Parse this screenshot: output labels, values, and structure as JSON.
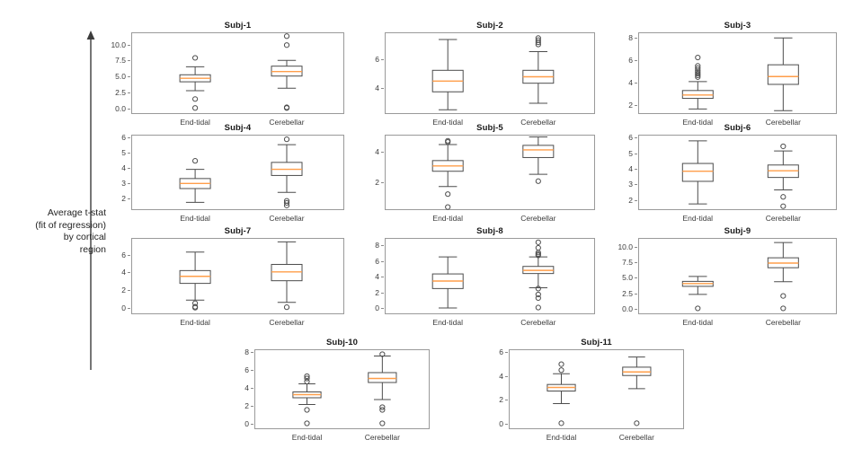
{
  "figure": {
    "ylabel": "Average t-stat\n(fit of regression)\nby cortical\nregion",
    "axis_arrow_name": "y-axis-arrow",
    "box_edge_color": "#4d4d4d",
    "median_color": "#ff9e4a",
    "flier_color": "#4d4d4d",
    "axes_color": "#9a9a9a"
  },
  "chart_data": {
    "type": "box",
    "title": "",
    "xlabel": "",
    "ylabel": "Average t-stat (fit of regression) by cortical region",
    "categories": [
      "End-tidal",
      "Cerebellar"
    ],
    "grid": false,
    "legend": "none",
    "layout": {
      "rows": 4,
      "cols": 3,
      "last_row_cols": 2
    },
    "panels": [
      {
        "title": "Subj-1",
        "ylim": [
          -0.9,
          11.9
        ],
        "yticks": [
          0.0,
          2.5,
          5.0,
          7.5,
          10.0
        ],
        "ytick_labels": [
          "0.0",
          "2.5",
          "5.0",
          "7.5",
          "10.0"
        ],
        "boxes": [
          {
            "label": "End-tidal",
            "whisker_low": 2.75,
            "q1": 4.15,
            "median": 4.7,
            "q3": 5.25,
            "whisker_high": 6.5,
            "fliers": [
              7.9,
              1.45,
              0.05
            ]
          },
          {
            "label": "Cerebellar",
            "whisker_low": 3.15,
            "q1": 5.05,
            "median": 5.75,
            "q3": 6.6,
            "whisker_high": 7.5,
            "fliers": [
              11.3,
              9.9,
              0.15,
              0.05
            ]
          }
        ]
      },
      {
        "title": "Subj-2",
        "ylim": [
          2.2,
          7.9
        ],
        "yticks": [
          4,
          6
        ],
        "ytick_labels": [
          "4",
          "6"
        ],
        "boxes": [
          {
            "label": "End-tidal",
            "whisker_low": 2.5,
            "q1": 3.75,
            "median": 4.5,
            "q3": 5.25,
            "whisker_high": 7.4,
            "fliers": []
          },
          {
            "label": "Cerebellar",
            "whisker_low": 2.95,
            "q1": 4.35,
            "median": 4.8,
            "q3": 5.25,
            "whisker_high": 6.55,
            "fliers": [
              7.5,
              7.35,
              7.2,
              7.05
            ]
          }
        ]
      },
      {
        "title": "Subj-3",
        "ylim": [
          1.2,
          8.5
        ],
        "yticks": [
          2,
          4,
          6,
          8
        ],
        "ytick_labels": [
          "2",
          "4",
          "6",
          "8"
        ],
        "boxes": [
          {
            "label": "End-tidal",
            "whisker_low": 1.65,
            "q1": 2.6,
            "median": 2.9,
            "q3": 3.3,
            "whisker_high": 4.1,
            "fliers": [
              6.25,
              5.5,
              5.3,
              5.1,
              4.95,
              4.8,
              4.65,
              4.5
            ]
          },
          {
            "label": "Cerebellar",
            "whisker_low": 1.5,
            "q1": 3.85,
            "median": 4.55,
            "q3": 5.6,
            "whisker_high": 8.0,
            "fliers": []
          }
        ]
      },
      {
        "title": "Subj-4",
        "ylim": [
          1.25,
          6.15
        ],
        "yticks": [
          2,
          3,
          4,
          5,
          6
        ],
        "ytick_labels": [
          "2",
          "3",
          "4",
          "5",
          "6"
        ],
        "boxes": [
          {
            "label": "End-tidal",
            "whisker_low": 1.75,
            "q1": 2.65,
            "median": 2.98,
            "q3": 3.3,
            "whisker_high": 3.9,
            "fliers": [
              4.45
            ]
          },
          {
            "label": "Cerebellar",
            "whisker_low": 2.4,
            "q1": 3.5,
            "median": 3.9,
            "q3": 4.35,
            "whisker_high": 5.5,
            "fliers": [
              5.85,
              1.85,
              1.72,
              1.55
            ]
          }
        ]
      },
      {
        "title": "Subj-5",
        "ylim": [
          0.15,
          5.1
        ],
        "yticks": [
          2,
          4
        ],
        "ytick_labels": [
          "2",
          "4"
        ],
        "boxes": [
          {
            "label": "End-tidal",
            "whisker_low": 1.7,
            "q1": 2.7,
            "median": 3.05,
            "q3": 3.4,
            "whisker_high": 4.45,
            "fliers": [
              4.7,
              4.62,
              1.2,
              0.35
            ]
          },
          {
            "label": "Cerebellar",
            "whisker_low": 2.5,
            "q1": 3.6,
            "median": 4.1,
            "q3": 4.4,
            "whisker_high": 4.95,
            "fliers": [
              2.05
            ]
          }
        ]
      },
      {
        "title": "Subj-6",
        "ylim": [
          1.35,
          6.2
        ],
        "yticks": [
          2,
          3,
          4,
          5,
          6
        ],
        "ytick_labels": [
          "2",
          "3",
          "4",
          "5",
          "6"
        ],
        "boxes": [
          {
            "label": "End-tidal",
            "whisker_low": 1.75,
            "q1": 3.2,
            "median": 3.85,
            "q3": 4.35,
            "whisker_high": 5.8,
            "fliers": []
          },
          {
            "label": "Cerebellar",
            "whisker_low": 2.65,
            "q1": 3.45,
            "median": 3.88,
            "q3": 4.25,
            "whisker_high": 5.15,
            "fliers": [
              5.45,
              2.2,
              1.6
            ]
          }
        ]
      },
      {
        "title": "Subj-7",
        "ylim": [
          -0.75,
          7.9
        ],
        "yticks": [
          0,
          2,
          4,
          6
        ],
        "ytick_labels": [
          "0",
          "2",
          "4",
          "6"
        ],
        "boxes": [
          {
            "label": "End-tidal",
            "whisker_low": 0.85,
            "q1": 2.75,
            "median": 3.55,
            "q3": 4.2,
            "whisker_high": 6.3,
            "fliers": [
              0.5,
              0.1,
              0.0
            ]
          },
          {
            "label": "Cerebellar",
            "whisker_low": 0.6,
            "q1": 3.05,
            "median": 4.05,
            "q3": 4.9,
            "whisker_high": 7.45,
            "fliers": [
              0.05
            ]
          }
        ]
      },
      {
        "title": "Subj-8",
        "ylim": [
          -0.75,
          8.9
        ],
        "yticks": [
          0,
          2,
          4,
          6,
          8
        ],
        "ytick_labels": [
          "0",
          "2",
          "4",
          "6",
          "8"
        ],
        "boxes": [
          {
            "label": "End-tidal",
            "whisker_low": 0.05,
            "q1": 2.5,
            "median": 3.45,
            "q3": 4.35,
            "whisker_high": 6.5,
            "fliers": []
          },
          {
            "label": "Cerebellar",
            "whisker_low": 2.6,
            "q1": 4.4,
            "median": 4.8,
            "q3": 5.3,
            "whisker_high": 6.5,
            "fliers": [
              8.35,
              7.65,
              7.05,
              6.85,
              6.7,
              2.5,
              1.75,
              1.3,
              0.1
            ]
          }
        ]
      },
      {
        "title": "Subj-9",
        "ylim": [
          -0.9,
          11.4
        ],
        "yticks": [
          0.0,
          2.5,
          5.0,
          7.5,
          10.0
        ],
        "ytick_labels": [
          "0.0",
          "2.5",
          "5.0",
          "7.5",
          "10.0"
        ],
        "boxes": [
          {
            "label": "End-tidal",
            "whisker_low": 2.3,
            "q1": 3.6,
            "median": 4.05,
            "q3": 4.4,
            "whisker_high": 5.2,
            "fliers": [
              0.05
            ]
          },
          {
            "label": "Cerebellar",
            "whisker_low": 4.35,
            "q1": 6.6,
            "median": 7.35,
            "q3": 8.2,
            "whisker_high": 10.65,
            "fliers": [
              2.05,
              0.05
            ]
          }
        ]
      },
      {
        "title": "Subj-10",
        "ylim": [
          -0.6,
          8.3
        ],
        "yticks": [
          0,
          2,
          4,
          6,
          8
        ],
        "ytick_labels": [
          "0",
          "2",
          "4",
          "6",
          "8"
        ],
        "boxes": [
          {
            "label": "End-tidal",
            "whisker_low": 2.15,
            "q1": 2.9,
            "median": 3.25,
            "q3": 3.55,
            "whisker_high": 4.45,
            "fliers": [
              5.3,
              5.05,
              4.7,
              1.55,
              0.05
            ]
          },
          {
            "label": "Cerebellar",
            "whisker_low": 2.7,
            "q1": 4.6,
            "median": 5.05,
            "q3": 5.7,
            "whisker_high": 7.55,
            "fliers": [
              7.75,
              1.85,
              1.55,
              0.05
            ]
          }
        ]
      },
      {
        "title": "Subj-11",
        "ylim": [
          -0.45,
          6.25
        ],
        "yticks": [
          0,
          2,
          4,
          6
        ],
        "ytick_labels": [
          "0",
          "2",
          "4",
          "6"
        ],
        "boxes": [
          {
            "label": "End-tidal",
            "whisker_low": 1.7,
            "q1": 2.75,
            "median": 3.05,
            "q3": 3.3,
            "whisker_high": 4.2,
            "fliers": [
              5.0,
              4.5,
              0.05
            ]
          },
          {
            "label": "Cerebellar",
            "whisker_low": 2.95,
            "q1": 4.05,
            "median": 4.35,
            "q3": 4.75,
            "whisker_high": 5.6,
            "fliers": [
              0.05
            ]
          }
        ]
      }
    ]
  }
}
